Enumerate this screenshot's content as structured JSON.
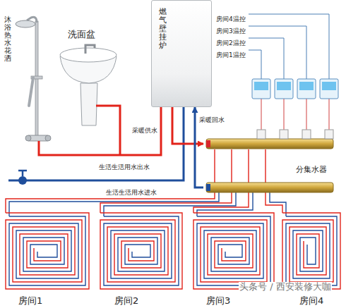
{
  "diagram": {
    "nodes": [
      {
        "text": [
          "燃气壁挂炉"
        ]
      },
      {
        "text": [
          "分集水器"
        ]
      }
    ],
    "edges": [
      {
        "from": 0,
        "to": 1,
        "arrow": "to",
        "label": "采暖供水"
      },
      {
        "from": 1,
        "to": 0,
        "arrow": "to",
        "label": "采暖回水"
      }
    ],
    "labels": [
      "沐浴热水花洒",
      "洗面盆",
      "房间4温控",
      "房间3温控",
      "房间2温控",
      "房间1温控",
      "生活生活用水出水",
      "生活生活用水进水",
      "房间1",
      "房间2",
      "房间3",
      "房间4",
      "头条号 / 西安装修大咖"
    ]
  }
}
